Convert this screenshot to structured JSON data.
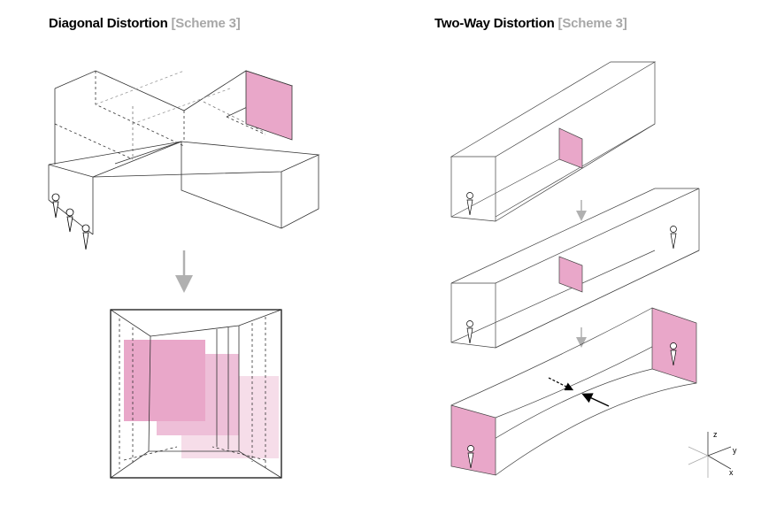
{
  "left_panel": {
    "title": "Diagonal Distortion",
    "scheme": "[Scheme 3]"
  },
  "right_panel": {
    "title": "Two-Way Distortion",
    "scheme": "[Scheme 3]"
  },
  "axes": {
    "z": "z",
    "y": "y",
    "x": "x"
  },
  "colors": {
    "accent_pink": "#e9a7c9",
    "line": "#333333",
    "arrow_gray": "#b0b0b0",
    "scheme_gray": "#a8a8a8"
  }
}
